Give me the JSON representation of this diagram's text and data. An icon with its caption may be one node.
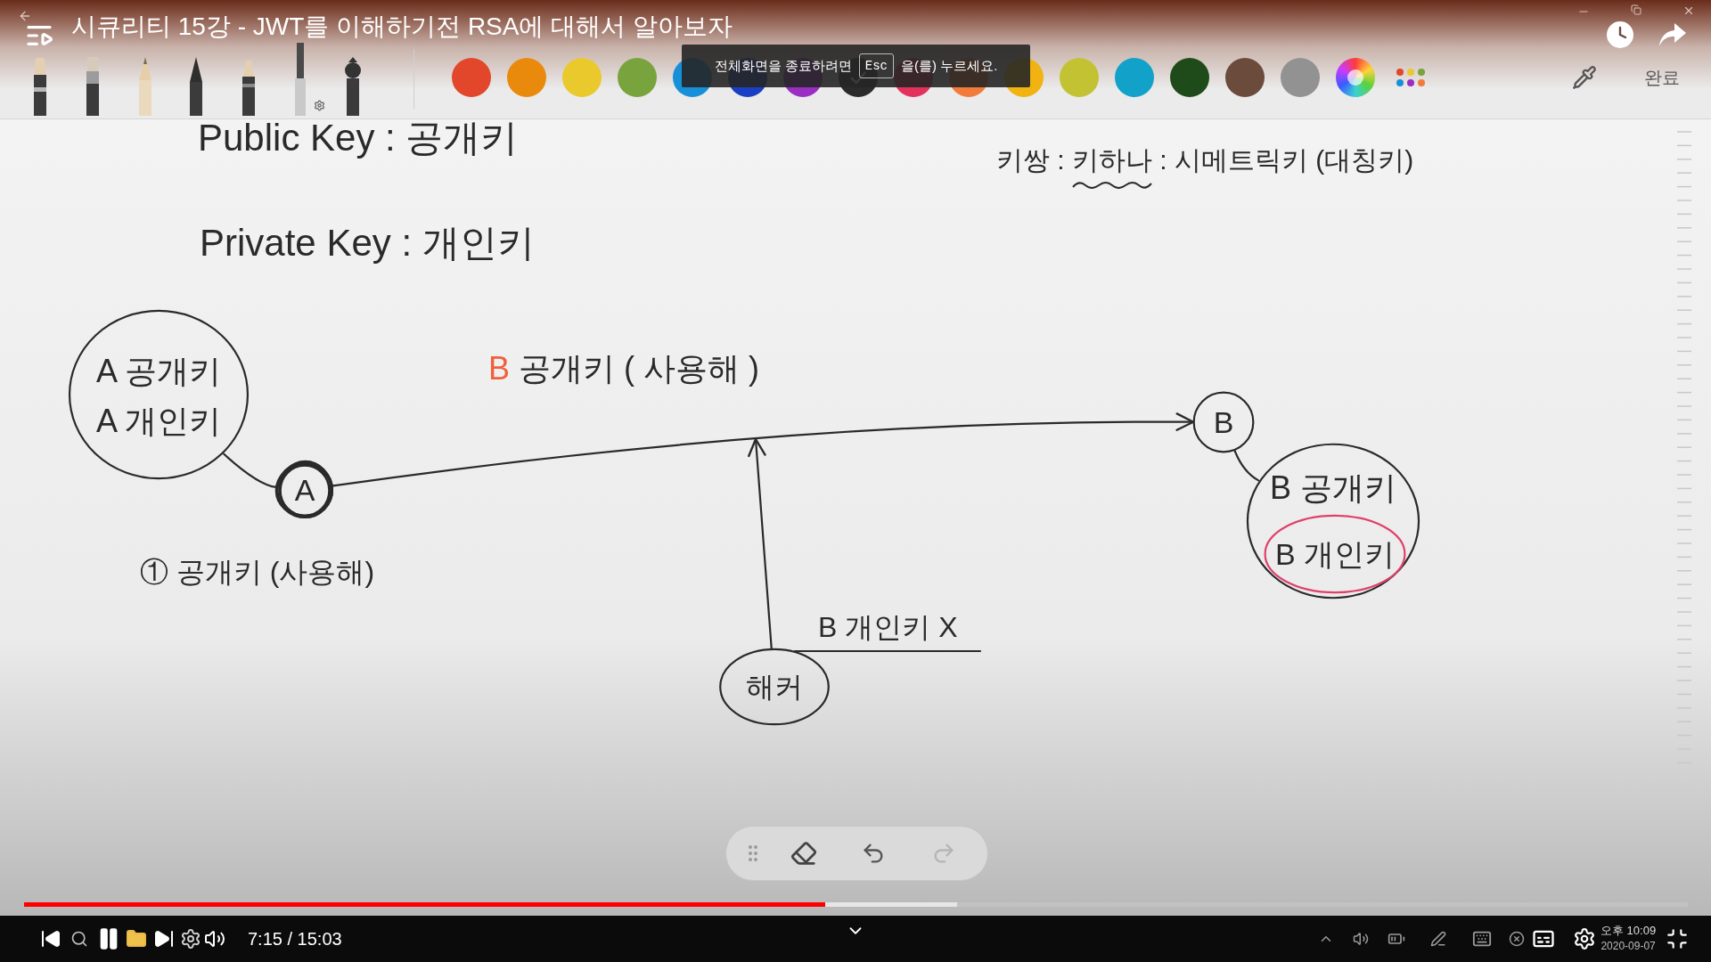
{
  "diagram": {
    "title": "시큐리티 15강 - JWT를 이해하기전 RSA에 대해서 알아보자",
    "nodes": [
      {
        "text": [
          "A 공개키",
          "A 개인키"
        ]
      },
      {
        "text": [
          "A"
        ],
        "beside": [
          "① 공개키 (사용해)"
        ]
      },
      {
        "text": [
          "B"
        ]
      },
      {
        "text": [
          "B 공개키"
        ]
      },
      {
        "text": [
          "B 개인키"
        ],
        "in": 3
      },
      {
        "text": [
          "해커"
        ]
      },
      {
        "text": [
          "B 개인키 X"
        ]
      }
    ],
    "edges": [
      {
        "from": 0,
        "to": 1,
        "arrow": "none"
      },
      {
        "from": 1,
        "to": 2,
        "arrow": "to",
        "label": "B 공개키 ( 사용해 )"
      },
      {
        "from": 2,
        "to": 3,
        "arrow": "none"
      },
      {
        "from": 5,
        "to": null,
        "arrow": "to"
      },
      {
        "from": 6,
        "to": 5,
        "arrow": "none"
      }
    ],
    "labels": [
      "전체화면을 종료하려면",
      "Esc",
      "을(를) 누르세요.",
      "완료",
      "Public Key : 공개키",
      "키쌍 : 키하나 : 시메트릭키 (대칭키)",
      "Private Key : 개인키",
      "7:15 / 15:03",
      "오후 10:09",
      "2020-09-07"
    ]
  }
}
